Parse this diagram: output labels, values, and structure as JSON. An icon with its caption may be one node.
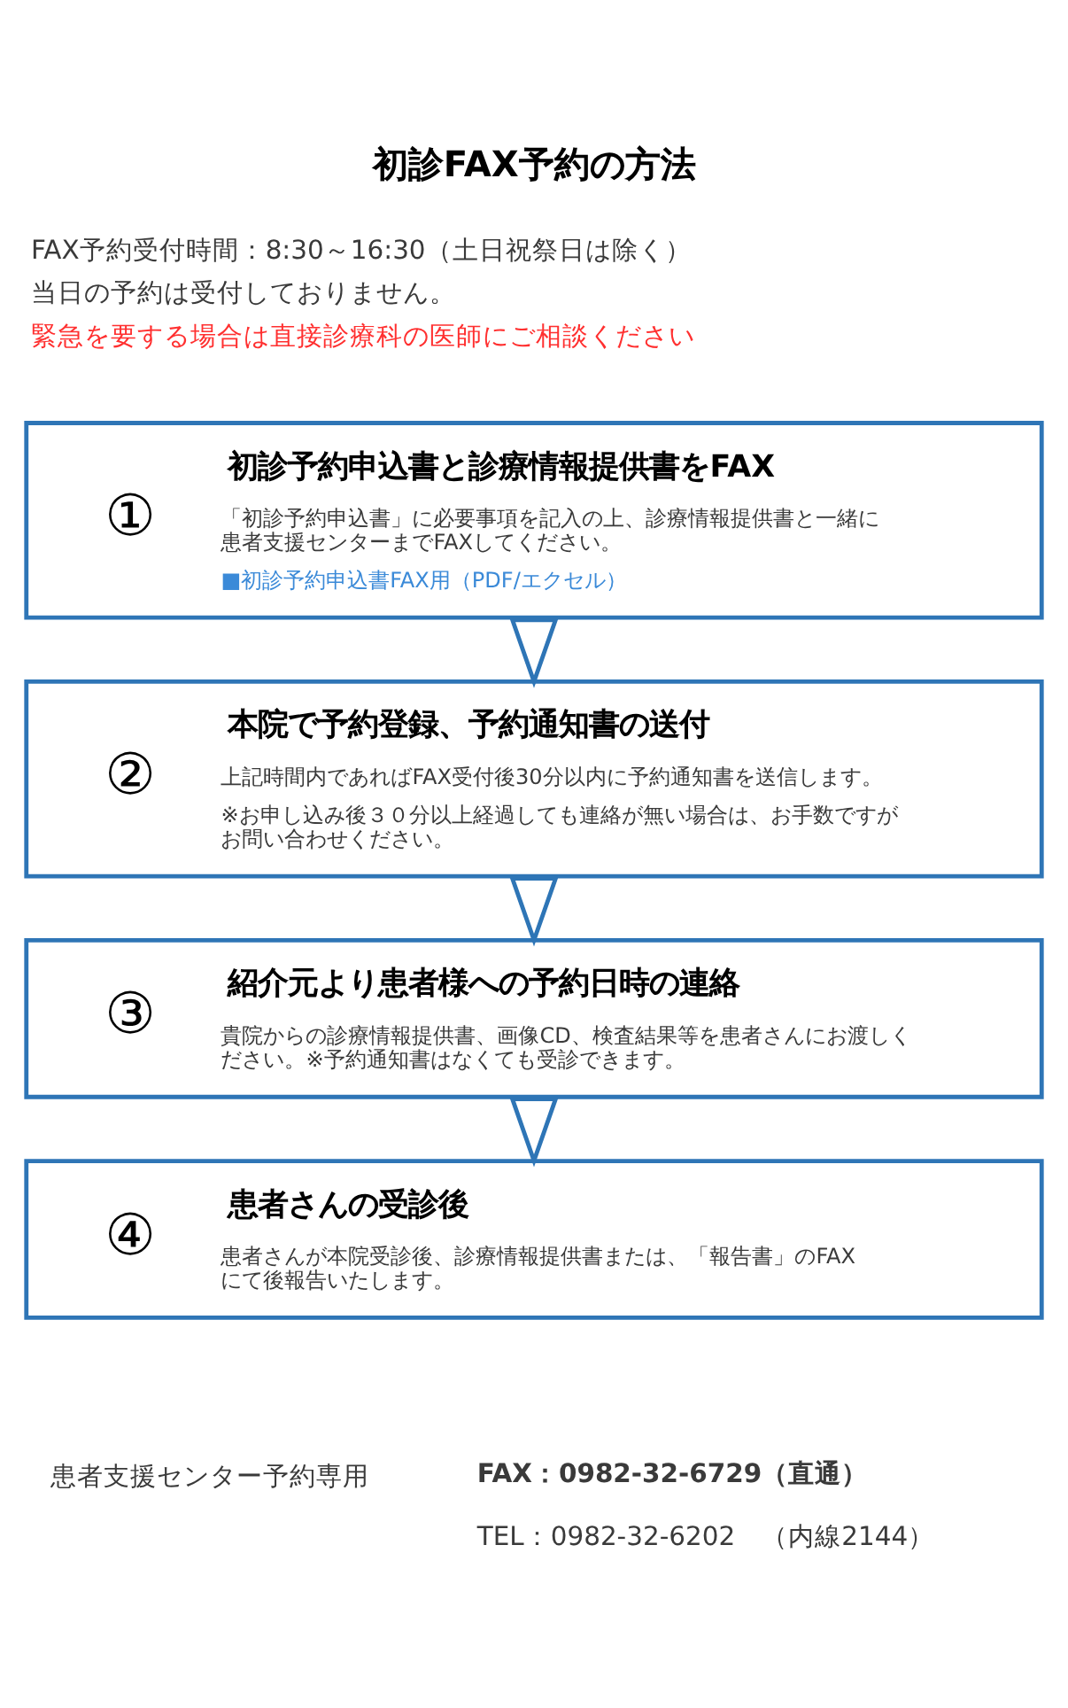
{
  "diagram": {
    "title": "初診FAX予約の方法",
    "nodes": [
      {
        "text": [
          "①",
          "初診予約申込書と診療情報提供書をFAX",
          "「初診予約申込書」に必要事項を記入の上、診療情報提供書と一緒に患者支援センターまでFAXしてください。",
          "■初診予約申込書FAX用（PDF/エクセル）"
        ]
      },
      {
        "text": [
          "②",
          "本院で予約登録、予約通知書の送付",
          "上記時間内であればFAX受付後30分以内に予約通知書を送信します。",
          "※お申し込み後３０分以上経過しても連絡が無い場合は、お手数ですがお問い合わせください。"
        ]
      },
      {
        "text": [
          "③",
          "紹介元より患者様への予約日時の連絡",
          "貴院からの診療情報提供書、画像CD、検査結果等を患者さんにお渡しください。※予約通知書はなくても受診できます。"
        ]
      },
      {
        "text": [
          "④",
          "患者さんの受診後",
          "患者さんが本院受診後、診療情報提供書または、「報告書」のFAXにて後報告いたします。"
        ]
      }
    ],
    "edges": [
      {
        "from": 0,
        "to": 1,
        "arrow": "to"
      },
      {
        "from": 1,
        "to": 2,
        "arrow": "to"
      },
      {
        "from": 2,
        "to": 3,
        "arrow": "to"
      }
    ],
    "labels": [
      "FAX予約受付時間：8:30～16:30（土日祝祭日は除く）",
      "当日の予約は受付しておりません。",
      "緊急を要する場合は直接診療科の医師にご相談ください",
      "患者支援センター予約専用",
      "FAX：0982-32-6729（直通）",
      "TEL：0982-32-6202　（内線2144）"
    ]
  }
}
